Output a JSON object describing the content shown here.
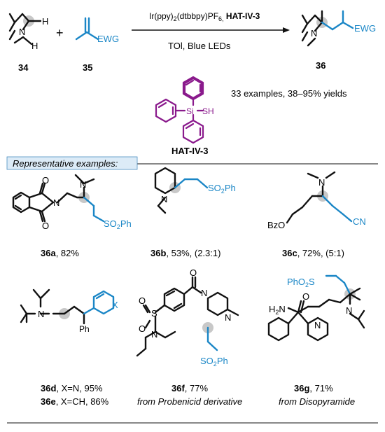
{
  "reaction": {
    "catalyst": "Ir(ppy)",
    "catalyst_sub": "2",
    "catalyst_ligand": "(dtbbpy)PF",
    "catalyst_ligand_sub": "6,",
    "hat_reagent": "HAT-IV-3",
    "conditions": "TOl, Blue LEDs",
    "reactant1": "34",
    "reactant2": "35",
    "product": "36",
    "plus": "+",
    "scope": "33  examples, 38–95% yields",
    "hat_label": "HAT-IV-3"
  },
  "atoms": {
    "N": "N",
    "H": "H",
    "EWG": "EWG",
    "Si": "Si",
    "SH": "SH",
    "O": "O",
    "S": "S",
    "SO2": "SO",
    "sub2": "2",
    "Ph": "Ph",
    "CN": "CN",
    "BzO": "BzO",
    "X": "X",
    "PhO2S": "PhO",
    "H2N": "H",
    "sub2b": "2",
    "Nb": "N"
  },
  "section_label": "Representative examples:",
  "examples": {
    "a": {
      "id": "36a",
      "rest": ", 82%"
    },
    "b": {
      "id": "36b",
      "rest": ", 53%, (2.3:1)"
    },
    "c": {
      "id": "36c",
      "rest": ", 72%, (5:1)"
    },
    "d": {
      "id": "36d",
      "rest": ", X=N, 95%"
    },
    "e": {
      "id": "36e",
      "rest": ",  X=CH, 86%"
    },
    "f": {
      "id": "36f",
      "rest": ", 77%",
      "note": "from Probenicid derivative"
    },
    "g": {
      "id": "36g",
      "rest": ", 71%",
      "note": "from Disopyramide"
    }
  },
  "colors": {
    "accent_blue": "#1a86c6",
    "purple": "#8a1a8c",
    "highlight": "#c8c8c8",
    "box_fill": "#dcebf7"
  }
}
